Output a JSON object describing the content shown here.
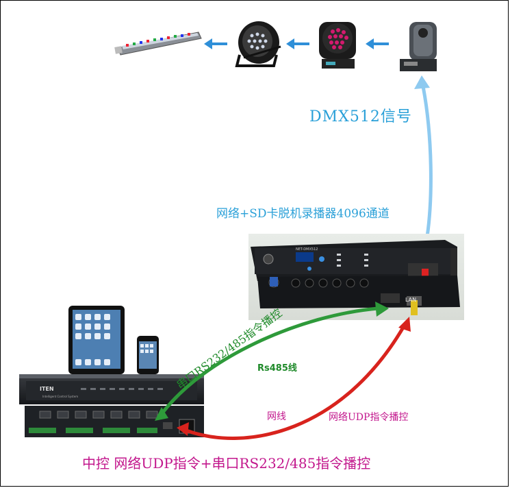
{
  "labels": {
    "dmx_signal": "DMX512信号",
    "recorder": "网络+SD卡脱机录播器4096通道",
    "serial_control": "串口RS232/485指令播控",
    "rs485_cable": "Rs485线",
    "network_cable": "网线",
    "udp_control": "网络UDP指令播控",
    "bottom_caption": "中控 网络UDP指令+串口RS232/485指令播控"
  },
  "devices": {
    "controller_brand": "ITEN",
    "controller_subtitle": "Intelligent Control System",
    "recorder_model": "NET-DMX512",
    "lan_port": "LAN"
  },
  "colors": {
    "blue_arrow": "#8ecaf0",
    "green_arrow": "#2e9a3a",
    "red_arrow": "#d8231d",
    "label_blue": "#2aa0d8",
    "label_green": "#1f8a2a",
    "label_magenta": "#c2168c"
  }
}
